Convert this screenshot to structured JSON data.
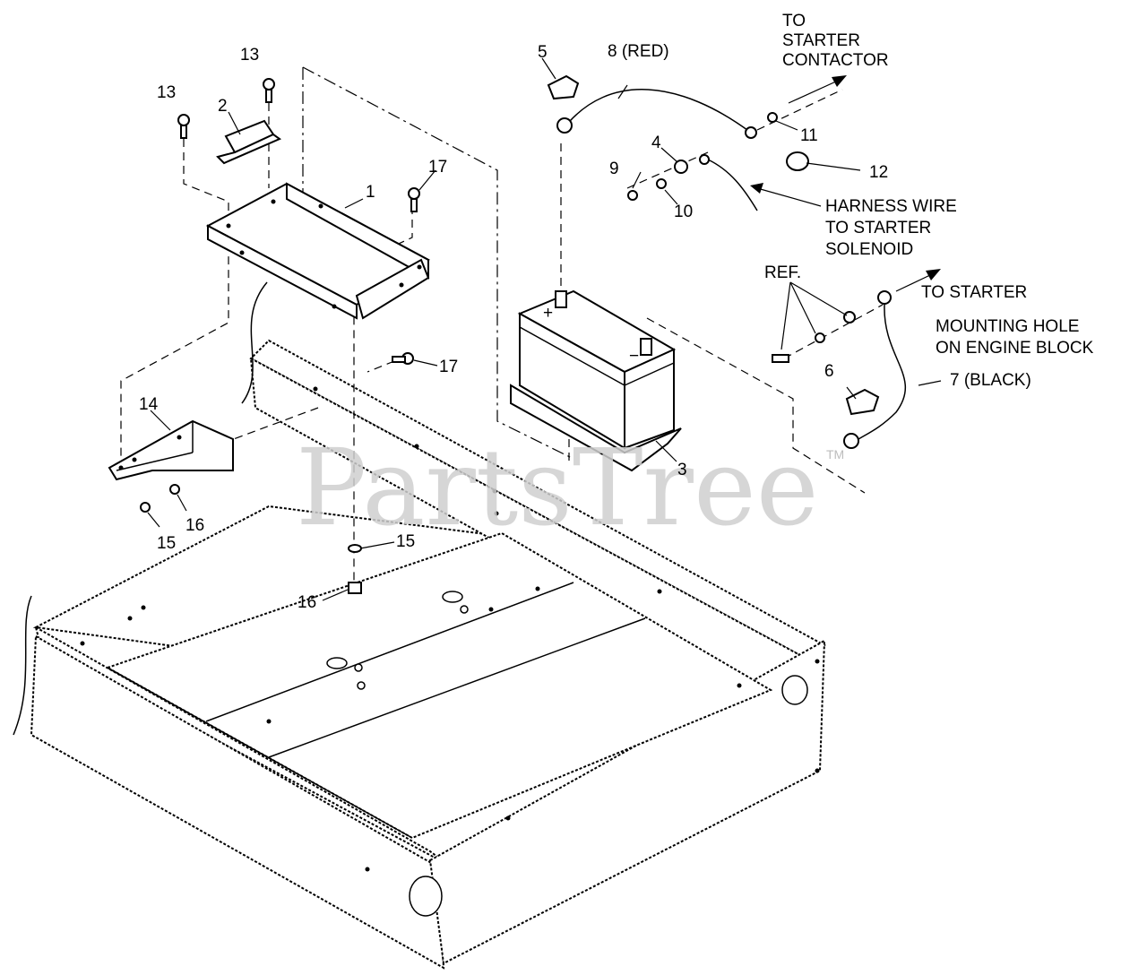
{
  "callouts": {
    "c1": "1",
    "c2": "2",
    "c3": "3",
    "c4": "4",
    "c5": "5",
    "c6": "6",
    "c7": "7 (BLACK)",
    "c8": "8 (RED)",
    "c9": "9",
    "c10": "10",
    "c11": "11",
    "c12": "12",
    "c13a": "13",
    "c13b": "13",
    "c14": "14",
    "c15a": "15",
    "c15b": "15",
    "c16a": "16",
    "c16b": "16",
    "c17a": "17",
    "c17b": "17"
  },
  "notes": {
    "starter_contactor_1": "TO",
    "starter_contactor_2": "STARTER",
    "starter_contactor_3": "CONTACTOR",
    "harness_1": "HARNESS WIRE",
    "harness_2": "TO STARTER",
    "harness_3": "SOLENOID",
    "ref": "REF.",
    "to_starter": "TO STARTER",
    "mounting_1": "MOUNTING HOLE",
    "mounting_2": "ON ENGINE BLOCK",
    "plus": "+",
    "minus": "−"
  },
  "watermark": {
    "text": "PartsTree",
    "tm": "TM"
  }
}
